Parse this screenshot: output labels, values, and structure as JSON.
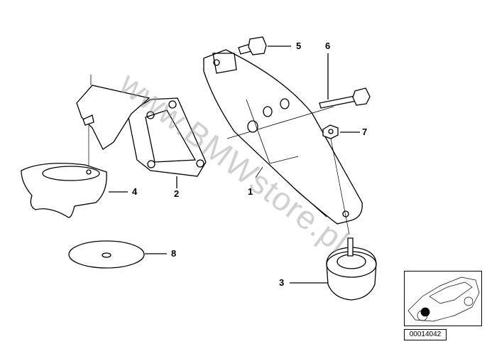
{
  "diagram": {
    "callouts": [
      {
        "id": "1",
        "label": "1"
      },
      {
        "id": "2",
        "label": "2"
      },
      {
        "id": "3",
        "label": "3"
      },
      {
        "id": "4",
        "label": "4"
      },
      {
        "id": "5",
        "label": "5"
      },
      {
        "id": "6",
        "label": "6"
      },
      {
        "id": "7",
        "label": "7"
      },
      {
        "id": "8",
        "label": "8"
      }
    ],
    "watermark": "www.BMWstore.pl",
    "thumbnail_code": "00014042"
  }
}
